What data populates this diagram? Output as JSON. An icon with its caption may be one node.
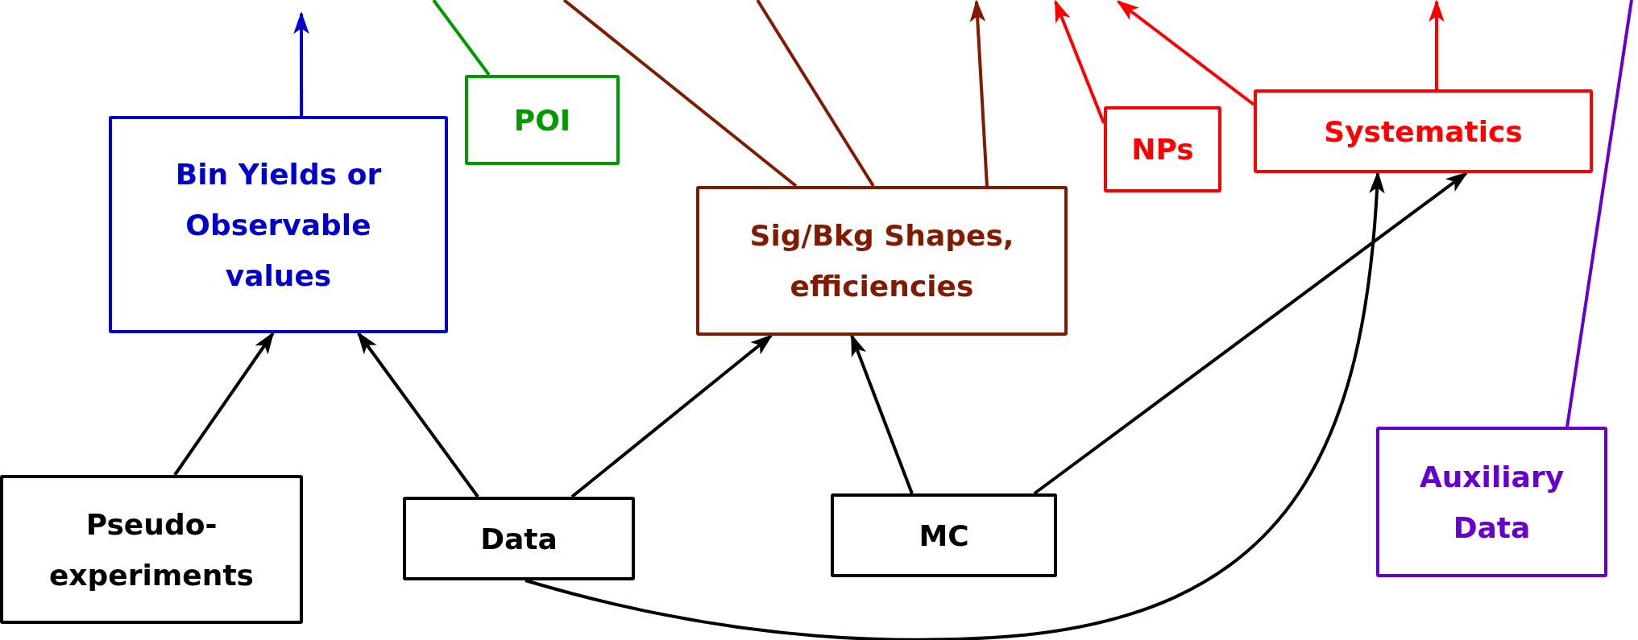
{
  "diagram": {
    "nodes": [
      {
        "text": [
          "Bin Yields or Observable values"
        ]
      },
      {
        "text": [
          "POI"
        ]
      },
      {
        "text": [
          "Sig/Bkg Shapes, efficiencies"
        ]
      },
      {
        "text": [
          "NPs"
        ]
      },
      {
        "text": [
          "Systematics"
        ]
      },
      {
        "text": [
          "Pseudo-experiments"
        ]
      },
      {
        "text": [
          "Data"
        ]
      },
      {
        "text": [
          "MC"
        ]
      },
      {
        "text": [
          "Auxiliary Data"
        ]
      }
    ],
    "edges": [
      {
        "from": 0,
        "to": null,
        "arrow": "to",
        "color": "#0000cc"
      },
      {
        "from": 1,
        "to": null,
        "arrow": "none",
        "color": "#009900"
      },
      {
        "from": 2,
        "to": null,
        "arrow": "none",
        "color": "#801a00"
      },
      {
        "from": 2,
        "to": null,
        "arrow": "none",
        "color": "#801a00"
      },
      {
        "from": 2,
        "to": null,
        "arrow": "to",
        "color": "#801a00"
      },
      {
        "from": 3,
        "to": null,
        "arrow": "to",
        "color": "#ff0000"
      },
      {
        "from": 4,
        "to": null,
        "arrow": "to",
        "color": "#ff0000"
      },
      {
        "from": 4,
        "to": null,
        "arrow": "to",
        "color": "#ff0000"
      },
      {
        "from": 5,
        "to": 0,
        "arrow": "to"
      },
      {
        "from": 6,
        "to": 0,
        "arrow": "to"
      },
      {
        "from": 6,
        "to": 2,
        "arrow": "to"
      },
      {
        "from": 7,
        "to": 2,
        "arrow": "to"
      },
      {
        "from": 7,
        "to": 4,
        "arrow": "to"
      },
      {
        "from": 6,
        "to": 4,
        "arrow": "to"
      },
      {
        "from": 8,
        "to": null,
        "arrow": "none",
        "color": "#6600cc"
      }
    ]
  }
}
